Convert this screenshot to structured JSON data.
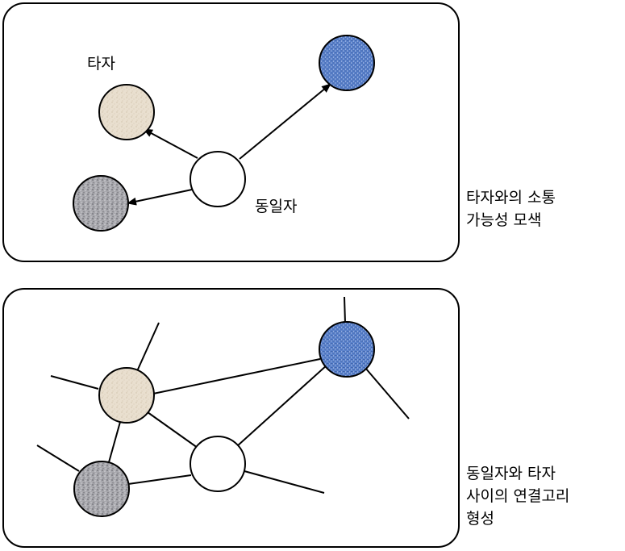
{
  "panels": [
    {
      "id": "top",
      "node_labels": {
        "other": "타자",
        "self": "동일자"
      },
      "caption": [
        "타자와의 소통",
        "가능성 모색"
      ]
    },
    {
      "id": "bottom",
      "caption": [
        "동일자와 타자",
        "사이의 연결고리",
        "형성"
      ]
    }
  ],
  "colors": {
    "beige": "#e8dccb",
    "gray": "#a9a9ae",
    "blue": "#5a7fc6",
    "white": "#ffffff",
    "stroke": "#000000"
  }
}
